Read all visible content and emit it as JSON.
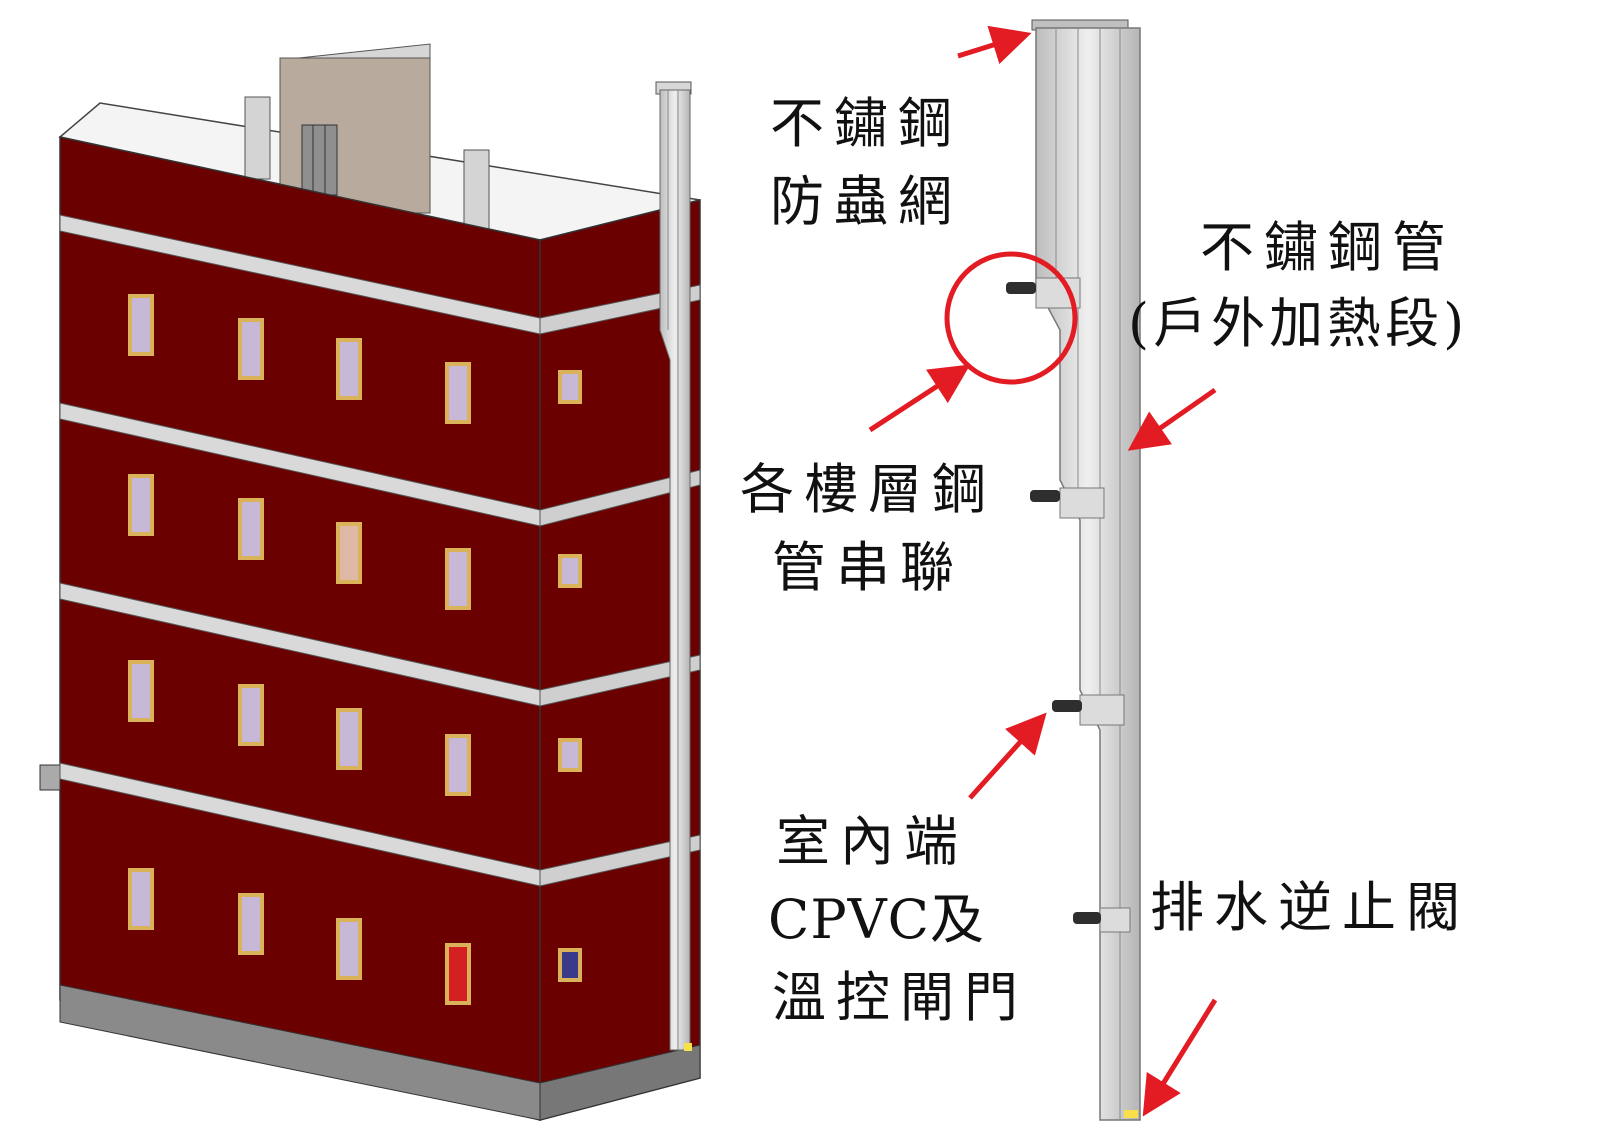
{
  "labels": {
    "screen_line1": "不鏽鋼",
    "screen_line2": "防蟲網",
    "pipe_line1": "不鏽鋼管",
    "pipe_line2": "(戶外加熱段)",
    "floor_line1": "各樓層鋼",
    "floor_line2": "管串聯",
    "indoor_line1": "室內端",
    "indoor_line2": "CPVC及",
    "indoor_line3": "溫控閘門",
    "valve": "排水逆止閥"
  },
  "colors": {
    "wall": "#6b0000",
    "slab": "#d9d9d9",
    "pipe": "#d7d7d7",
    "arrow": "#e31b23",
    "highlight_circle": "#e31b23"
  }
}
